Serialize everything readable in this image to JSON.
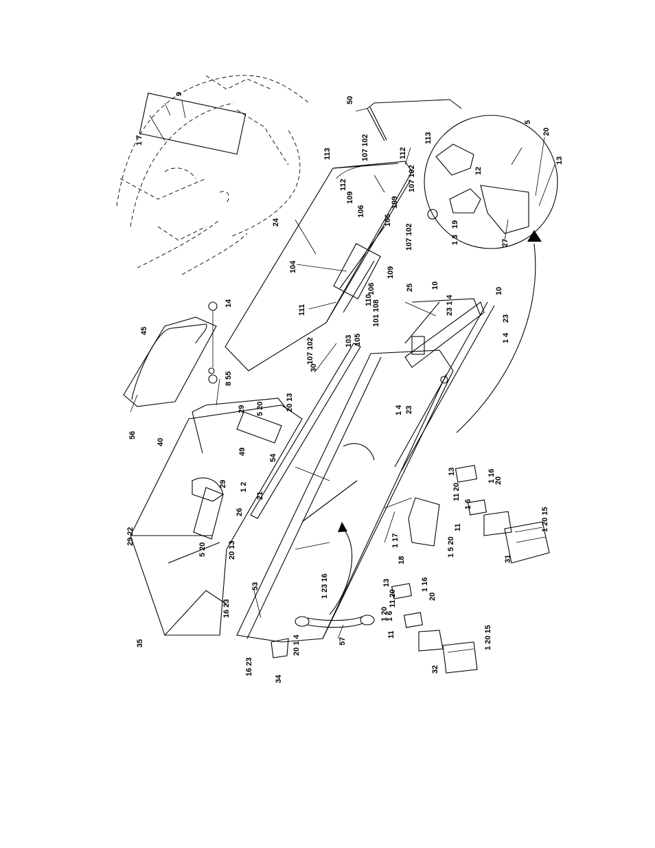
{
  "diagram": {
    "callouts": [
      {
        "id": "c9",
        "text": "9"
      },
      {
        "id": "c1-7",
        "text": "1  7"
      },
      {
        "id": "c50",
        "text": "50"
      },
      {
        "id": "c113a",
        "text": "113"
      },
      {
        "id": "c113b",
        "text": "113"
      },
      {
        "id": "c107-102a",
        "text": "107 102"
      },
      {
        "id": "c112a",
        "text": "112"
      },
      {
        "id": "c112b",
        "text": "112"
      },
      {
        "id": "c107-102b",
        "text": "107 102"
      },
      {
        "id": "c109a",
        "text": "109"
      },
      {
        "id": "c109b",
        "text": "109"
      },
      {
        "id": "c106a",
        "text": "106"
      },
      {
        "id": "c106b",
        "text": "106"
      },
      {
        "id": "c107-102c",
        "text": "107 102"
      },
      {
        "id": "c109c",
        "text": "109"
      },
      {
        "id": "c106c",
        "text": "106"
      },
      {
        "id": "c24",
        "text": "24"
      },
      {
        "id": "c104",
        "text": "104"
      },
      {
        "id": "c111",
        "text": "111"
      },
      {
        "id": "c110",
        "text": "110"
      },
      {
        "id": "c101-108",
        "text": "101 108"
      },
      {
        "id": "c103",
        "text": "103"
      },
      {
        "id": "c105",
        "text": "105"
      },
      {
        "id": "c107-102d",
        "text": "107 102"
      },
      {
        "id": "c25",
        "text": "25"
      },
      {
        "id": "c10a",
        "text": "10"
      },
      {
        "id": "c10b",
        "text": "10"
      },
      {
        "id": "c23-1-4a",
        "text": "23  1  4"
      },
      {
        "id": "c23a",
        "text": "23"
      },
      {
        "id": "c1-4a",
        "text": "1  4"
      },
      {
        "id": "c5",
        "text": "5"
      },
      {
        "id": "c20a",
        "text": "20"
      },
      {
        "id": "c13a",
        "text": "13"
      },
      {
        "id": "c12",
        "text": "12"
      },
      {
        "id": "c1-3",
        "text": "1  3"
      },
      {
        "id": "c19",
        "text": "19"
      },
      {
        "id": "c27",
        "text": "27"
      },
      {
        "id": "c45",
        "text": "45"
      },
      {
        "id": "c14",
        "text": "14"
      },
      {
        "id": "c8-55",
        "text": "8  55"
      },
      {
        "id": "c56",
        "text": "56"
      },
      {
        "id": "c30",
        "text": "30"
      },
      {
        "id": "c40",
        "text": "40"
      },
      {
        "id": "c29a",
        "text": "29"
      },
      {
        "id": "c5-20a",
        "text": "5  20"
      },
      {
        "id": "c20-13a",
        "text": "20  13"
      },
      {
        "id": "c49",
        "text": "49"
      },
      {
        "id": "c54",
        "text": "54"
      },
      {
        "id": "c1-4b",
        "text": "1  4"
      },
      {
        "id": "c23b",
        "text": "23"
      },
      {
        "id": "c1-2",
        "text": "1  2"
      },
      {
        "id": "c21",
        "text": "21"
      },
      {
        "id": "c29b",
        "text": "29"
      },
      {
        "id": "c29-22",
        "text": "29  22"
      },
      {
        "id": "c26",
        "text": "26"
      },
      {
        "id": "c5-20b",
        "text": "5  20"
      },
      {
        "id": "c20-13b",
        "text": "20  13"
      },
      {
        "id": "c13b",
        "text": "13"
      },
      {
        "id": "c11-20a",
        "text": "11  20"
      },
      {
        "id": "c1-16a",
        "text": "1  16"
      },
      {
        "id": "c20b",
        "text": "20"
      },
      {
        "id": "c1-6a",
        "text": "1  6"
      },
      {
        "id": "c11a",
        "text": "11"
      },
      {
        "id": "c1-17",
        "text": "1  17"
      },
      {
        "id": "c18",
        "text": "18"
      },
      {
        "id": "c1-5-20",
        "text": "1  5  20"
      },
      {
        "id": "c1-20-15a",
        "text": "1  20  15"
      },
      {
        "id": "c31",
        "text": "31"
      },
      {
        "id": "c35",
        "text": "35"
      },
      {
        "id": "c16-23a",
        "text": "16  23"
      },
      {
        "id": "c53",
        "text": "53"
      },
      {
        "id": "c1-23-16",
        "text": "1  23  16"
      },
      {
        "id": "c20-1-4",
        "text": "20  1  4"
      },
      {
        "id": "c16-23b",
        "text": "16  23"
      },
      {
        "id": "c34",
        "text": "34"
      },
      {
        "id": "c57",
        "text": "57"
      },
      {
        "id": "c13c",
        "text": "13"
      },
      {
        "id": "c11-20b",
        "text": "11  20"
      },
      {
        "id": "c1-16b",
        "text": "1  16"
      },
      {
        "id": "c20c",
        "text": "20"
      },
      {
        "id": "c1-20",
        "text": "1  20"
      },
      {
        "id": "c1-6b",
        "text": "1  6"
      },
      {
        "id": "c11b",
        "text": "11"
      },
      {
        "id": "c1-20-15b",
        "text": "1  20  15"
      },
      {
        "id": "c32",
        "text": "32"
      }
    ]
  }
}
